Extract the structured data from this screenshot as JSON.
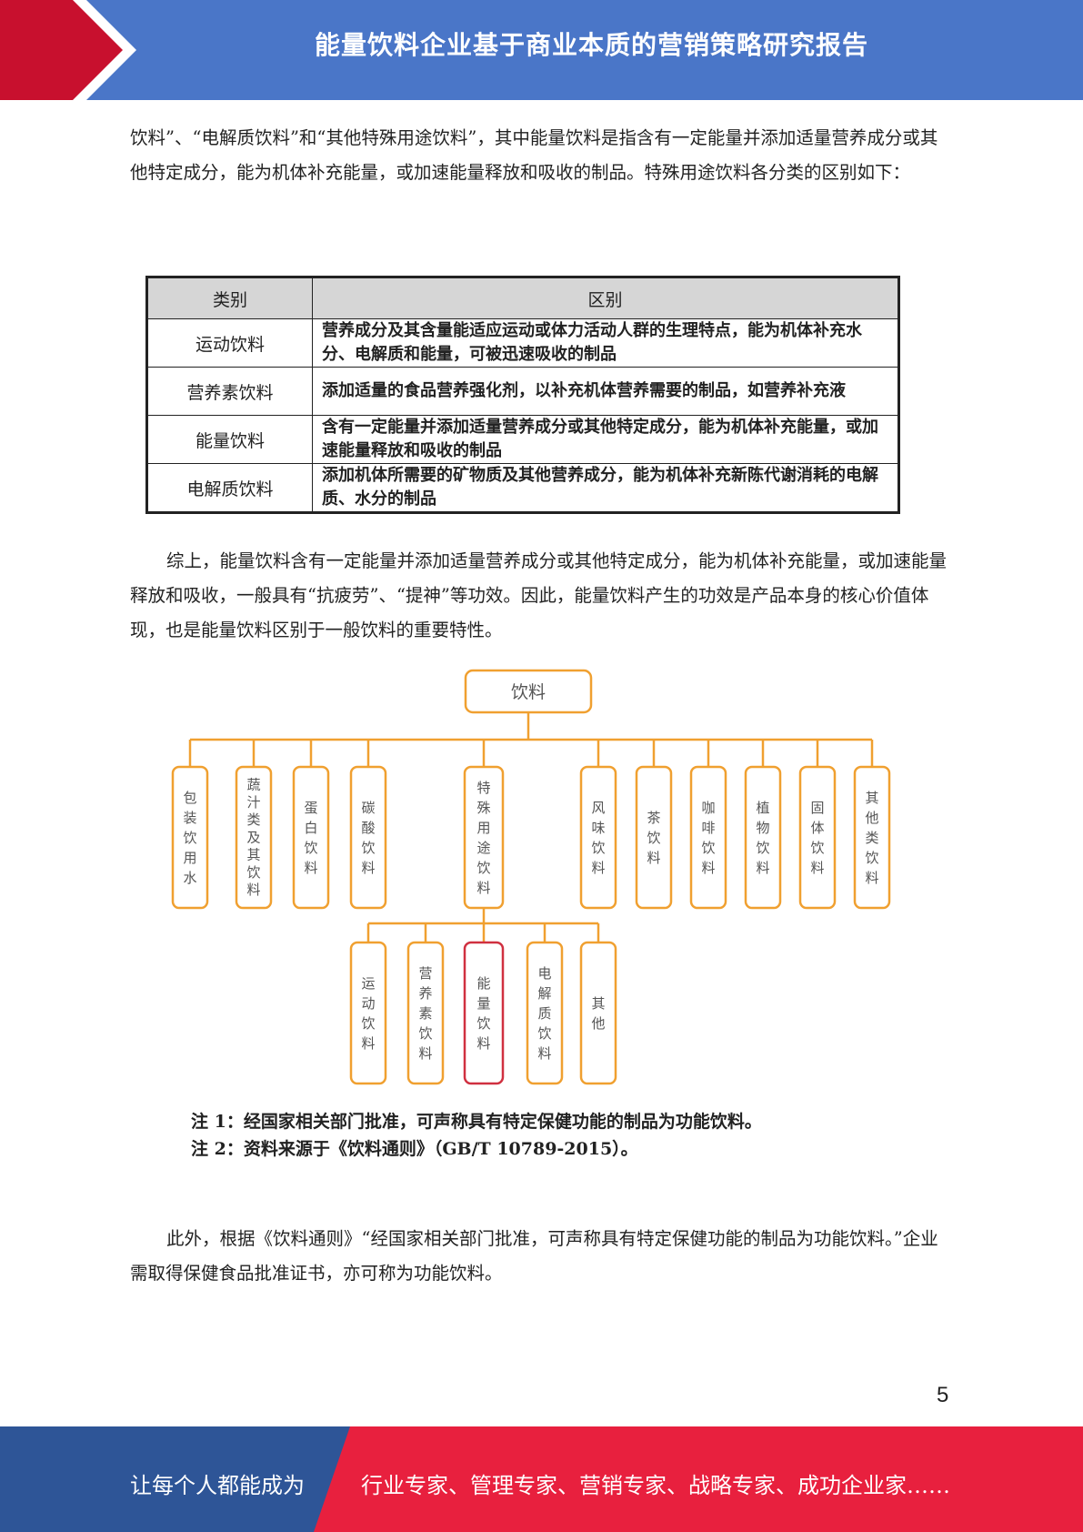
{
  "header": {
    "title": "能量饮料企业基于商业本质的营销策略研究报告"
  },
  "paragraphs": {
    "p1": "饮料”、“电解质饮料”和“其他特殊用途饮料”，其中能量饮料是指含有一定能量并添加适量营养成分或其他特定成分，能为机体补充能量，或加速能量释放和吸收的制品。特殊用途饮料各分类的区别如下：",
    "p2": "综上，能量饮料含有一定能量并添加适量营养成分或其他特定成分，能为机体补充能量，或加速能量释放和吸收，一般具有“抗疲劳”、“提神”等功效。因此，能量饮料产生的功效是产品本身的核心价值体现，也是能量饮料区别于一般饮料的重要特性。",
    "p3": "此外，根据《饮料通则》“经国家相关部门批准，可声称具有特定保健功能的制品为功能饮料。”企业需取得保健食品批准证书，亦可称为功能饮料。"
  },
  "table": {
    "headers": [
      "类别",
      "区别"
    ],
    "rows": [
      {
        "category": "运动饮料",
        "difference": "营养成分及其含量能适应运动或体力活动人群的生理特点，能为机体补充水分、电解质和能量，可被迅速吸收的制品"
      },
      {
        "category": "营养素饮料",
        "difference": "添加适量的食品营养强化剂，以补充机体营养需要的制品，如营养补充液"
      },
      {
        "category": "能量饮料",
        "difference": "含有一定能量并添加适量营养成分或其他特定成分，能为机体补充能量，或加速能量释放和吸收的制品"
      },
      {
        "category": "电解质饮料",
        "difference": "添加机体所需要的矿物质及其他营养成分，能为机体补充新陈代谢消耗的电解质、水分的制品"
      }
    ]
  },
  "tree": {
    "root": "饮料",
    "level1": [
      "包装饮用水",
      "蔬汁类及其饮料",
      "蛋白饮料",
      "碳酸饮料",
      "特殊用途饮料",
      "风味饮料",
      "茶饮料",
      "咖啡饮料",
      "植物饮料",
      "固体饮料",
      "其他类饮料"
    ],
    "level2": [
      "运动饮料",
      "营养素饮料",
      "能量饮料",
      "电解质饮料",
      "其他"
    ],
    "highlight": "能量饮料",
    "line_color": "#f0a030",
    "highlight_color": "#d03040"
  },
  "notes": [
    "注 1：经国家相关部门批准，可声称具有特定保健功能的制品为功能饮料。",
    "注 2：资料来源于《饮料通则》（GB/T 10789-2015）。"
  ],
  "page_number": "5",
  "footer": {
    "left": "让每个人都能成为",
    "right": "行业专家、管理专家、营销专家、战略专家、成功企业家……",
    "colors": {
      "blue": "#2e5597",
      "red": "#e8203e"
    }
  }
}
